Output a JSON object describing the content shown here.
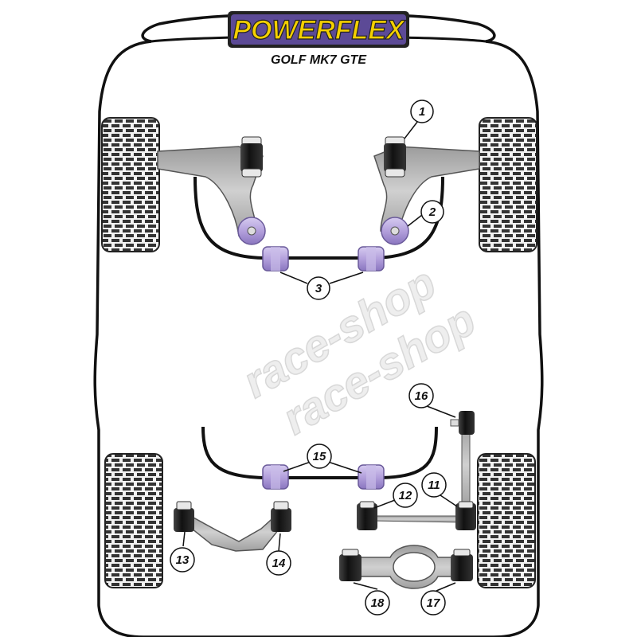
{
  "brand": {
    "logo_text": "POWERFLEX",
    "model": "GOLF MK7 GTE"
  },
  "watermark": {
    "text": "race-shop"
  },
  "colors": {
    "purple": "#b8a6dc",
    "purple_dark": "#6a5a9a",
    "bushing_black": "#1c1c1c",
    "arm_gray": "#b4b4b4",
    "logo_yellow": "#f5d000"
  },
  "parts": [
    {
      "id": "part-1",
      "label": "1"
    },
    {
      "id": "part-2",
      "label": "2"
    },
    {
      "id": "part-3",
      "label": "3"
    },
    {
      "id": "part-11",
      "label": "11"
    },
    {
      "id": "part-12",
      "label": "12"
    },
    {
      "id": "part-13",
      "label": "13"
    },
    {
      "id": "part-14",
      "label": "14"
    },
    {
      "id": "part-15",
      "label": "15"
    },
    {
      "id": "part-16",
      "label": "16"
    },
    {
      "id": "part-17",
      "label": "17"
    },
    {
      "id": "part-18",
      "label": "18"
    }
  ]
}
